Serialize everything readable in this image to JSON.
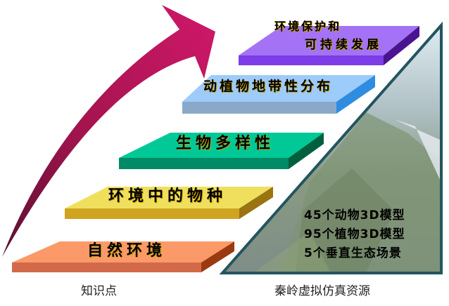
{
  "levels": [
    {
      "label": "自然环境",
      "color": "#fb9a68"
    },
    {
      "label": "环境中的物种",
      "color": "#f0df5c"
    },
    {
      "label": "生物多样性",
      "color": "#00c896"
    },
    {
      "label": "动植物地带性分布",
      "color": "#9dcbfa"
    },
    {
      "label_line1": "环境保护和",
      "label_line2": "可持续发展",
      "color": "#a472f5"
    }
  ],
  "resources": {
    "lines": [
      "45个动物3D模型",
      "95个植物3D模型",
      "5个垂直生态场景"
    ]
  },
  "captions": {
    "left": "知识点",
    "right": "秦岭虚拟仿真资源"
  },
  "colors": {
    "arrow": "#cf1766",
    "frame": "#23555f"
  }
}
